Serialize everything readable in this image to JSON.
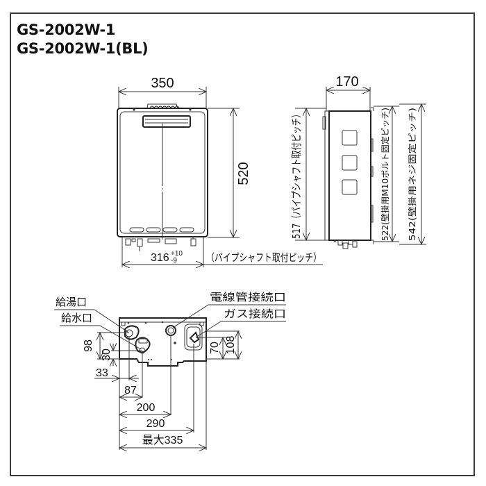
{
  "titles": [
    "GS-2002W-1",
    "GS-2002W-1(BL)"
  ],
  "front_view": {
    "width_label": "350",
    "height_label": "520",
    "pitch_label": "316",
    "pitch_tol_upper": "+10",
    "pitch_tol_lower": "-9",
    "pitch_note": "（パイプシャフト取付ピッチ）"
  },
  "side_view": {
    "depth_label": "170",
    "left_pitch_label": "517（パイプシャフト取付ピッチ）",
    "bolt_pitch_label": "522(壁掛用M10ボルト固定ピッチ)",
    "screw_pitch_label": "542(壁掛用ネジ固定ピッチ)"
  },
  "bottom_view": {
    "callouts": {
      "hot_water_outlet": "給湯口",
      "water_inlet": "給水口",
      "conduit_connection": "電線管接続口",
      "gas_connection": "ガス接続口"
    },
    "dims": {
      "d98": "98",
      "d30": "30",
      "d33": "33",
      "d87": "87",
      "d200": "200",
      "d290": "290",
      "dmax335": "最大335",
      "d70": "70",
      "d108": "108"
    }
  },
  "colors": {
    "line": "#333333",
    "frame": "#3a3a3a",
    "text": "#111111"
  }
}
